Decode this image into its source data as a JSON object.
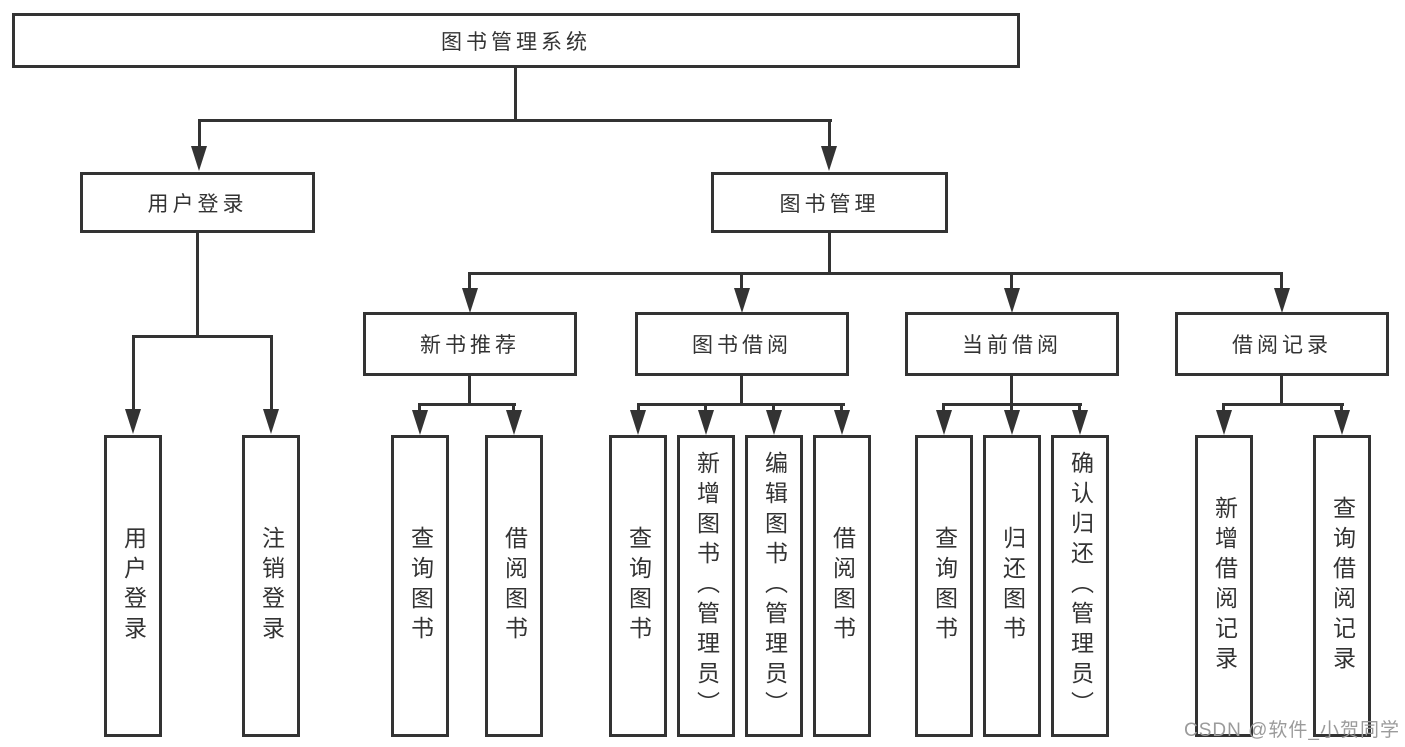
{
  "diagram": {
    "type": "hierarchy",
    "root": {
      "label": "图书管理系统"
    },
    "level2": [
      {
        "label": "用户登录"
      },
      {
        "label": "图书管理"
      }
    ],
    "level3": [
      {
        "label": "新书推荐"
      },
      {
        "label": "图书借阅"
      },
      {
        "label": "当前借阅"
      },
      {
        "label": "借阅记录"
      }
    ],
    "leaves": [
      {
        "label": "用户登录"
      },
      {
        "label": "注销登录"
      },
      {
        "label": "查询图书"
      },
      {
        "label": "借阅图书"
      },
      {
        "label": "查询图书"
      },
      {
        "label": "新增图书（管理员）"
      },
      {
        "label": "编辑图书（管理员）"
      },
      {
        "label": "借阅图书"
      },
      {
        "label": "查询图书"
      },
      {
        "label": "归还图书"
      },
      {
        "label": "确认归还（管理员）"
      },
      {
        "label": "新增借阅记录"
      },
      {
        "label": "查询借阅记录"
      }
    ],
    "colors": {
      "line": "#333333",
      "background": "#ffffff",
      "watermark_text": "#9b9b9b"
    }
  },
  "watermark": {
    "label": "CSDN @软件_小贺同学"
  }
}
